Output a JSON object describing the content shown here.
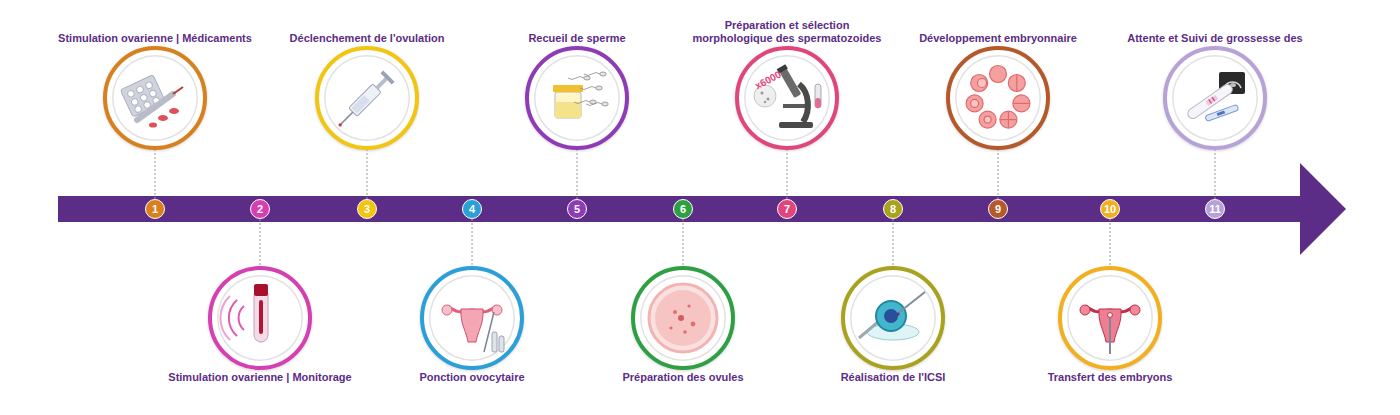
{
  "diagram": {
    "nodes": [
      {
        "text": [
          "Stimulation ovarienne | Médicaments"
        ]
      },
      {
        "text": [
          "1"
        ]
      },
      {
        "text": [
          "Stimulation ovarienne | Monitorage"
        ]
      },
      {
        "text": [
          "2"
        ]
      },
      {
        "text": [
          "Déclenchement de l'ovulation"
        ]
      },
      {
        "text": [
          "3"
        ]
      },
      {
        "text": [
          "Ponction ovocytaire"
        ]
      },
      {
        "text": [
          "4"
        ]
      },
      {
        "text": [
          "Recueil de sperme"
        ]
      },
      {
        "text": [
          "5"
        ]
      },
      {
        "text": [
          "Préparation des ovules"
        ]
      },
      {
        "text": [
          "6"
        ]
      },
      {
        "text": [
          "Préparation et sélection morphologique des spermatozoides"
        ]
      },
      {
        "text": [
          "7"
        ]
      },
      {
        "text": [
          "Réalisation de l'ICSI"
        ]
      },
      {
        "text": [
          "8"
        ]
      },
      {
        "text": [
          "Développement embryonnaire"
        ]
      },
      {
        "text": [
          "9"
        ]
      },
      {
        "text": [
          "Transfert des embryons"
        ]
      },
      {
        "text": [
          "10"
        ]
      },
      {
        "text": [
          "Attente et Suivi de grossesse des"
        ]
      },
      {
        "text": [
          "11"
        ]
      }
    ],
    "edges": [
      {
        "from": 1,
        "to": 0,
        "arrow": "none"
      },
      {
        "from": 3,
        "to": 2,
        "arrow": "none"
      },
      {
        "from": 5,
        "to": 4,
        "arrow": "none"
      },
      {
        "from": 7,
        "to": 6,
        "arrow": "none"
      },
      {
        "from": 9,
        "to": 8,
        "arrow": "none"
      },
      {
        "from": 11,
        "to": 10,
        "arrow": "none"
      },
      {
        "from": 13,
        "to": 12,
        "arrow": "none"
      },
      {
        "from": 15,
        "to": 14,
        "arrow": "none"
      },
      {
        "from": 17,
        "to": 16,
        "arrow": "none"
      },
      {
        "from": 19,
        "to": 18,
        "arrow": "none"
      },
      {
        "from": 21,
        "to": 20,
        "arrow": "none"
      }
    ],
    "labels": [
      "x6000"
    ]
  }
}
